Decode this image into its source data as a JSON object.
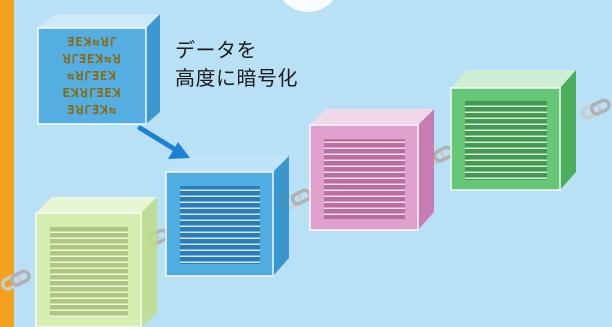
{
  "caption": {
    "line1": "データを",
    "line2": "高度に暗号化"
  },
  "encrypted_glyph_rows": [
    "ƎEꓘ⇆ꓤꓩ",
    "ꓤꓩƎEꓘ⇆ꓤ",
    "⇆ꓤꓩƎEꓘ",
    "EꓘꓤꓩƎEꓘ",
    "ƎꓤꓩƎꓘ⇆"
  ],
  "colors": {
    "background": "#b9e1f6",
    "accent_bar": "#f4a11d",
    "arrow": "#1b82d6",
    "chain": "#c9ccce",
    "encrypted_text": "#8a6a10",
    "cube_yellow_green": "#d8eea6",
    "cube_blue": "#45a8e0",
    "cube_pink": "#e39ac9",
    "cube_green": "#5ec56a",
    "cube_encrypted": "#4aa8e0"
  },
  "icons": [
    "data-cube-icon",
    "arrow-icon",
    "chain-link-icon",
    "block-cube-icon"
  ]
}
